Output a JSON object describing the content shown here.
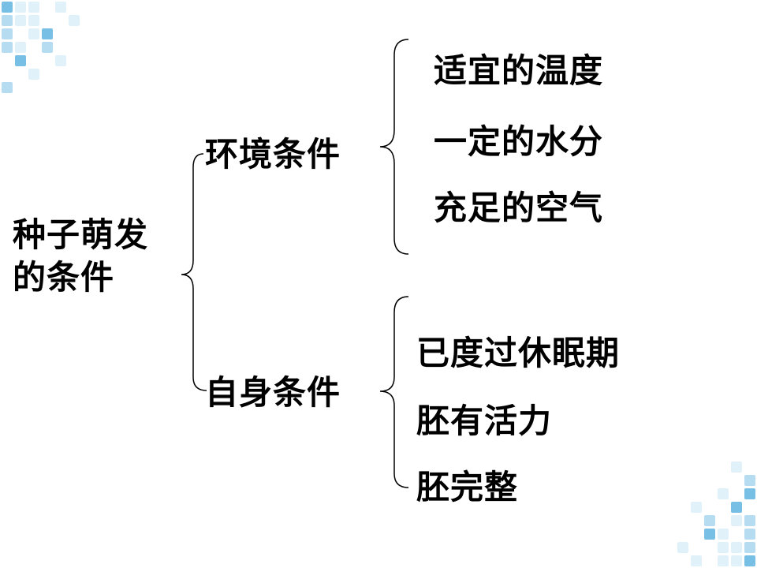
{
  "root": {
    "line1": "种子萌发",
    "line2": "的条件"
  },
  "branches": [
    {
      "label": "环境条件",
      "items": [
        "适宜的温度",
        "一定的水分",
        "充足的空气"
      ]
    },
    {
      "label": "自身条件",
      "items": [
        "已度过休眠期",
        "胚有活力",
        "胚完整"
      ]
    }
  ],
  "colors": {
    "tile_light": "#dbeef8",
    "tile_mid": "#a9d6ee",
    "tile_dark": "#5fb4e0"
  }
}
